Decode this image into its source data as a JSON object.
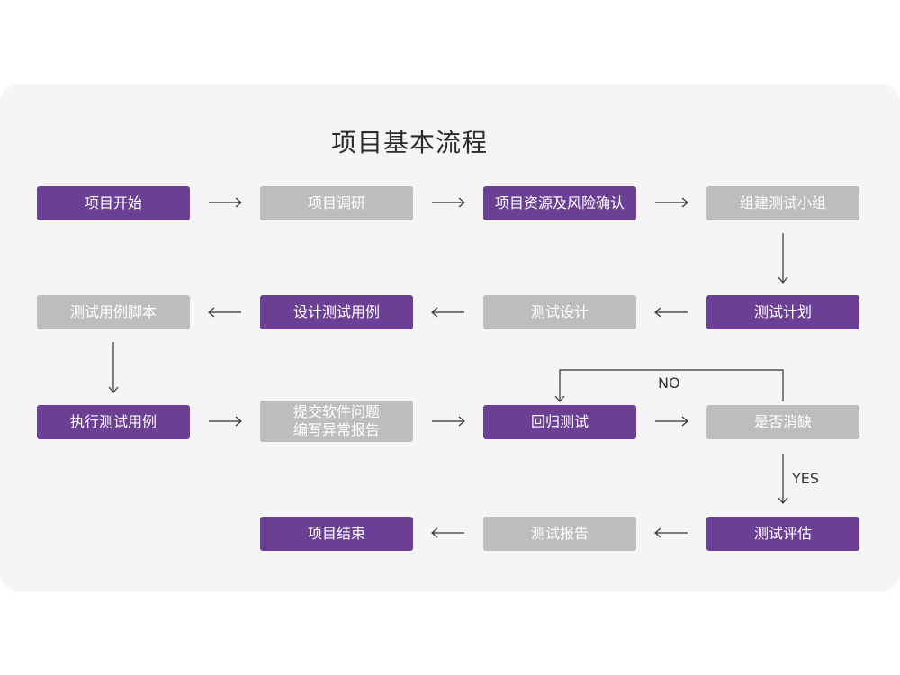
{
  "title": "项目基本流程",
  "colors": {
    "primary": "#6b3f93",
    "secondary": "#bdbdbd",
    "panel": "#f5f5f6"
  },
  "nodes": {
    "start": {
      "label": "项目开始",
      "style": "primary"
    },
    "research": {
      "label": "项目调研",
      "style": "secondary"
    },
    "resources": {
      "label": "项目资源及风险确认",
      "style": "primary"
    },
    "team": {
      "label": "组建测试小组",
      "style": "secondary"
    },
    "plan": {
      "label": "测试计划",
      "style": "primary"
    },
    "design": {
      "label": "测试设计",
      "style": "secondary"
    },
    "design_cases": {
      "label": "设计测试用例",
      "style": "primary"
    },
    "scripts": {
      "label": "测试用例脚本",
      "style": "secondary"
    },
    "execute": {
      "label": "执行测试用例",
      "style": "primary"
    },
    "submit": {
      "label": "提交软件问题\n编写异常报告",
      "style": "secondary"
    },
    "regression": {
      "label": "回归测试",
      "style": "primary"
    },
    "defects": {
      "label": "是否消缺",
      "style": "secondary"
    },
    "evaluate": {
      "label": "测试评估",
      "style": "primary"
    },
    "report": {
      "label": "测试报告",
      "style": "secondary"
    },
    "end": {
      "label": "项目结束",
      "style": "primary"
    }
  },
  "edge_labels": {
    "no": "NO",
    "yes": "YES"
  }
}
